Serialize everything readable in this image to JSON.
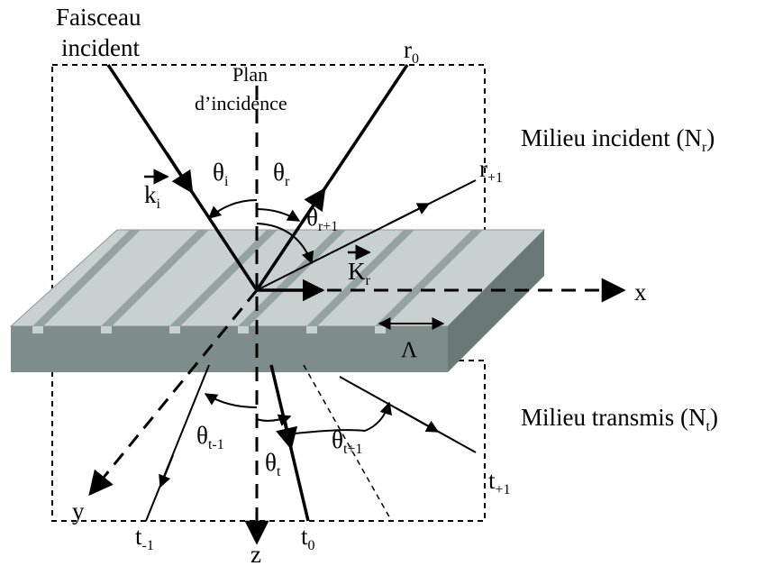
{
  "labels": {
    "faisceau_line1": "Faisceau",
    "faisceau_line2": "incident",
    "plan_line1": "Plan",
    "plan_line2": "d’incidence",
    "milieu_incident": "Milieu incident (N",
    "milieu_incident_sub": "r",
    "milieu_transmis": "Milieu transmis (N",
    "milieu_transmis_sub": "t",
    "close_paren": ")",
    "r0": "r",
    "r0_sub": "0",
    "rp1": "r",
    "rp1_sub": "+1",
    "ki": "k",
    "ki_sub": "i",
    "Kr": "K",
    "Kr_sub": "r",
    "theta_i": "θ",
    "theta_i_sub": "i",
    "theta_r": "θ",
    "theta_r_sub": "r",
    "theta_rp1": "θ",
    "theta_rp1_sub": "r+1",
    "theta_tm1": "θ",
    "theta_tm1_sub": "t-1",
    "theta_t": "θ",
    "theta_t_sub": "t",
    "theta_tp1": "θ",
    "theta_tp1_sub": "t+1",
    "lambda": "Λ",
    "x": "x",
    "y": "y",
    "z": "z",
    "tm1": "t",
    "tm1_sub": "-1",
    "t0": "t",
    "t0_sub": "0",
    "tp1": "t",
    "tp1_sub": "+1"
  },
  "colors": {
    "grating_top": "#c8d0d0",
    "grating_front": "#7f8c8c",
    "grating_side": "#6a7878",
    "groove": "#95a2a2"
  }
}
